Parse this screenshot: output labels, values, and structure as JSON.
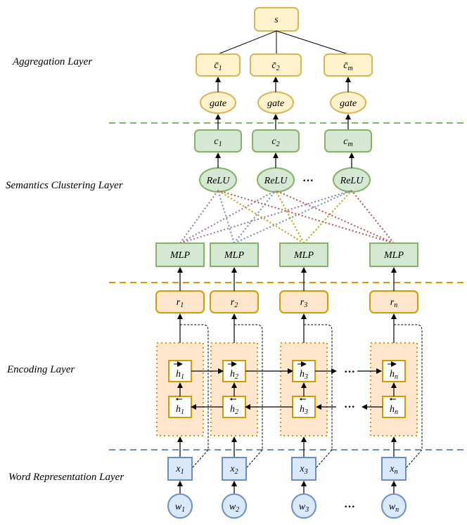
{
  "layers": {
    "aggregation": "Aggregation Layer",
    "semantics": "Semantics Clustering Layer",
    "encoding": "Encoding Layer",
    "word": "Word Representation Layer"
  },
  "nodes": {
    "s": "s",
    "cbar": [
      "c̄",
      "c̄",
      "c̄"
    ],
    "cbar_sub": [
      "1",
      "2",
      "m"
    ],
    "gate": [
      "gate",
      "gate",
      "gate"
    ],
    "c": [
      "c",
      "c",
      "c"
    ],
    "c_sub": [
      "1",
      "2",
      "m"
    ],
    "relu": [
      "ReLU",
      "ReLU",
      "ReLU"
    ],
    "mlp": [
      "MLP",
      "MLP",
      "MLP",
      "MLP"
    ],
    "r": [
      "r",
      "r",
      "r",
      "r"
    ],
    "r_sub": [
      "1",
      "2",
      "3",
      "n"
    ],
    "h_forward": [
      "h",
      "h",
      "h",
      "h"
    ],
    "h_backward": [
      "h",
      "h",
      "h",
      "h"
    ],
    "h_sub": [
      "1",
      "2",
      "3",
      "n"
    ],
    "x": [
      "x",
      "x",
      "x",
      "x"
    ],
    "x_sub": [
      "1",
      "2",
      "3",
      "n"
    ],
    "w": [
      "w",
      "w",
      "w",
      "w"
    ],
    "w_sub": [
      "1",
      "2",
      "3",
      "n"
    ]
  },
  "ellipsis": "···",
  "colors": {
    "yellow_fill": "#fff2cc",
    "yellow_stroke": "#d6b656",
    "green_fill": "#d5e8d4",
    "green_stroke": "#82b366",
    "orange_fill": "#ffe6cc",
    "orange_stroke": "#d79b00",
    "blue_fill": "#dae8fc",
    "blue_stroke": "#6c8ebf",
    "green_dash": "#82b366",
    "orange_dash": "#d79b00",
    "blue_dash": "#6c8ebf",
    "purple_link": "#9673a6",
    "blue_link": "#6c8ebf",
    "gold_link": "#b8a000",
    "red_link": "#b85450"
  }
}
